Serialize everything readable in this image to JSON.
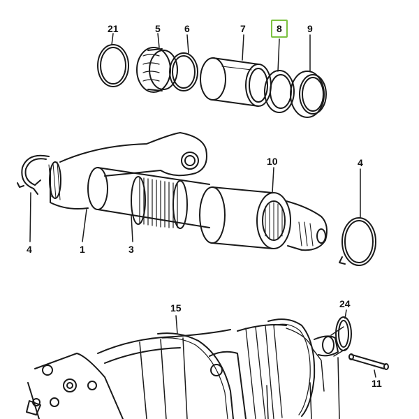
{
  "callouts": {
    "c21": "21",
    "c5": "5",
    "c6": "6",
    "c7": "7",
    "c8": "8",
    "c9": "9",
    "c10": "10",
    "c4a": "4",
    "c4b": "4",
    "c1": "1",
    "c3": "3",
    "c15": "15",
    "c24": "24",
    "c11": "11"
  },
  "selected_callout": "8",
  "colors": {
    "line": "#1a1a1a",
    "highlight": "#7cc142",
    "background": "#ffffff"
  }
}
